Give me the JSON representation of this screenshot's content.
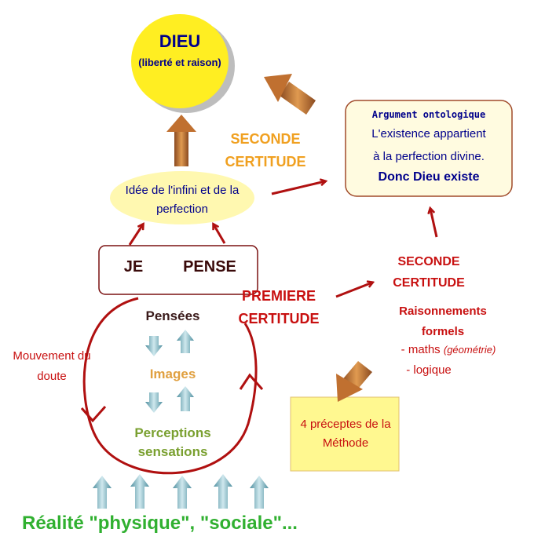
{
  "dieu": {
    "title": "DIEU",
    "subtitle": "(liberté et raison)"
  },
  "idee": "Idée de l'infini et de la perfection",
  "seconde_certitude_top": "SECONDE CERTITUDE",
  "argument": {
    "title": "Argument ontologique",
    "line1": "L'existence appartient",
    "line2": "à la perfection divine.",
    "line3": "Donc Dieu existe"
  },
  "je_pense": {
    "je": "JE",
    "pense": "PENSE"
  },
  "premiere_certitude": "PREMIERE CERTITUDE",
  "seconde_certitude_right": "SECONDE CERTITUDE",
  "raisonnements": {
    "title": "Raisonnements formels",
    "maths": "- maths",
    "maths_note": "(géométrie)",
    "logique": "- logique"
  },
  "mouvement_doute": "Mouvement du doute",
  "levels": {
    "pensees": "Pensées",
    "images": "Images",
    "perceptions": "Perceptions sensations"
  },
  "preceptes": "4 préceptes de la Méthode",
  "realite": "Réalité \"physique\", \"sociale\"...",
  "colors": {
    "dieu_fill": "#ffee22",
    "idee_fill": "#fff8b0",
    "argument_fill": "#fffbe0",
    "argument_border": "#a04a2a",
    "preceptes_fill": "#fff890",
    "red": "#c81010",
    "orange_arrow": "#c07030",
    "teal_arrow": "#7fb3c0",
    "green_text": "#30b030"
  }
}
